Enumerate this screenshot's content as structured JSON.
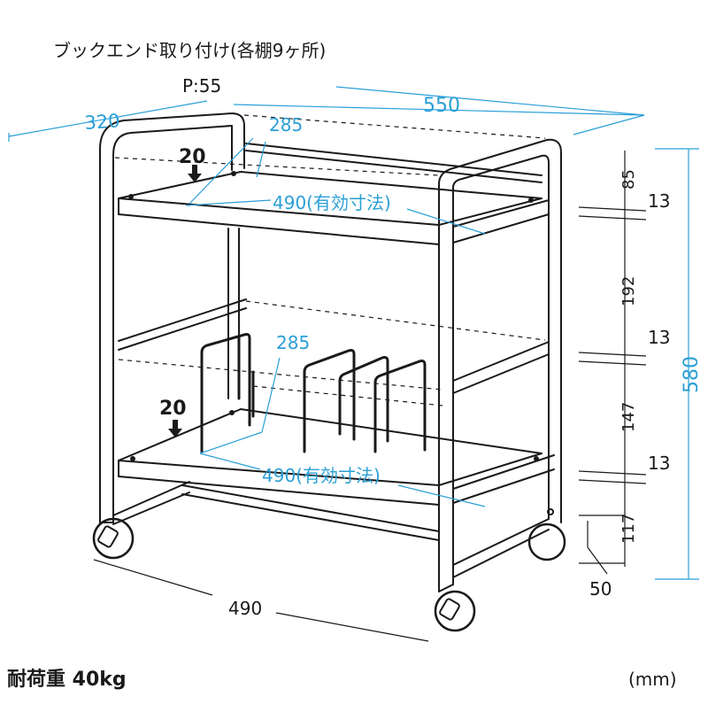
{
  "annotations": {
    "bookend_note": "ブックエンド取り付け(各棚9ヶ所)",
    "pitch": "P:55",
    "load_label": "耐荷重 40kg",
    "unit": "(mm)"
  },
  "dimensions": {
    "depth": "320",
    "width_total": "550",
    "upper_inner_depth": "285",
    "lower_inner_depth": "285",
    "upper_effective_width": "490(有効寸法)",
    "lower_effective_width": "490(有効寸法)",
    "upper_shelf_inset": "20",
    "lower_shelf_inset": "20",
    "bottom_width": "490",
    "top_gap": "85",
    "shelf_thickness_1": "13",
    "middle_gap": "192",
    "shelf_thickness_2": "13",
    "lower_gap": "147",
    "shelf_thickness_3": "13",
    "bottom_clearance": "117",
    "caster": "50",
    "height_total": "580"
  },
  "colors": {
    "dimension": "#2a9fd6",
    "line": "#1a1a1a"
  }
}
